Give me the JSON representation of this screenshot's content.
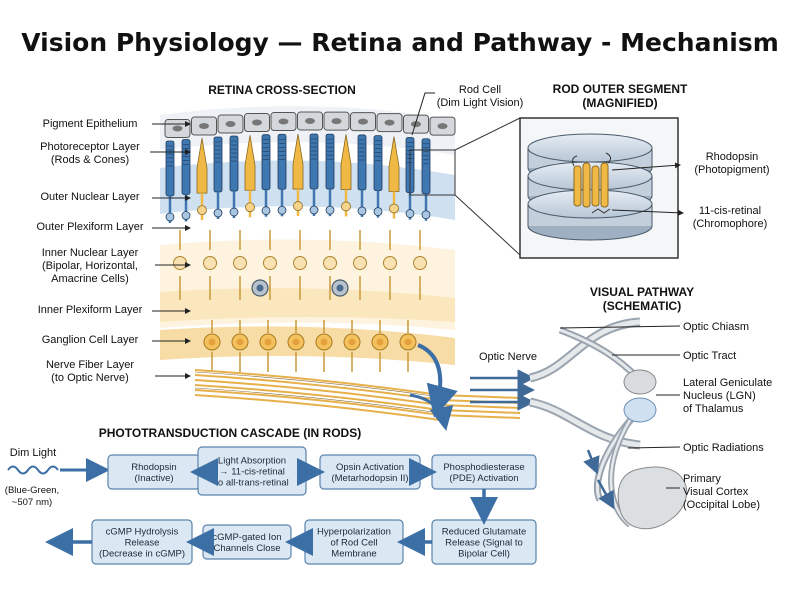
{
  "title": "Vision Physiology — Retina and Pathway - Mechanism",
  "retina": {
    "heading": "RETINA CROSS-SECTION",
    "rod_callout": [
      "Rod Cell",
      "(Dim Light Vision)"
    ],
    "layers": [
      [
        "Pigment Epithelium"
      ],
      [
        "Photoreceptor Layer",
        "(Rods & Cones)"
      ],
      [
        "Outer Nuclear Layer"
      ],
      [
        "Outer Plexiform Layer"
      ],
      [
        "Inner Nuclear Layer",
        "(Bipolar, Horizontal,",
        "Amacrine Cells)"
      ],
      [
        "Inner Plexiform Layer"
      ],
      [
        "Ganglion Cell Layer"
      ],
      [
        "Nerve Fiber Layer",
        "(to Optic Nerve)"
      ]
    ]
  },
  "outer_segment": {
    "heading": [
      "ROD OUTER SEGMENT",
      "(MAGNIFIED)"
    ],
    "labels": [
      [
        "Rhodopsin",
        "(Photopigment)"
      ],
      [
        "11-cis-retinal",
        "(Chromophore)"
      ]
    ]
  },
  "pathway": {
    "heading": [
      "VISUAL PATHWAY",
      "(SCHEMATIC)"
    ],
    "optic_nerve": "Optic Nerve",
    "labels": [
      [
        "Optic Chiasm"
      ],
      [
        "Optic Tract"
      ],
      [
        "Lateral Geniculate",
        "Nucleus (LGN)",
        "of Thalamus"
      ],
      [
        "Optic Radiations"
      ],
      [
        "Primary",
        "Visual Cortex",
        "(Occipital Lobe)"
      ]
    ]
  },
  "cascade": {
    "heading": "PHOTOTRANSDUCTION CASCADE (IN RODS)",
    "input": {
      "label": "Dim Light",
      "note": [
        "(Blue-Green,",
        "~507 nm)"
      ]
    },
    "row1": [
      [
        "Rhodopsin",
        "(Inactive)"
      ],
      [
        "Light Absorption",
        "→ 11-cis-retinal",
        "to all-trans-retinal"
      ],
      [
        "Opsin Activation",
        "(Metarhodopsin II)"
      ],
      [
        "Phosphodiesterase",
        "(PDE) Activation"
      ]
    ],
    "row2": [
      [
        "Reduced Glutamate",
        "Release (Signal to",
        "Bipolar Cell)"
      ],
      [
        "Hyperpolarization",
        "of Rod Cell",
        "Membrane"
      ],
      [
        "cGMP-gated Ion",
        "Channels Close"
      ],
      [
        "cGMP Hydrolysis",
        "Release",
        "(Decrease in cGMP)"
      ]
    ]
  },
  "colors": {
    "rod": "#3f77b0",
    "cone": "#f0b845",
    "box_fill": "#dbe8f3",
    "box_stroke": "#5b84ad",
    "arrow": "#3c6fa6",
    "cell_band": "#fbe7bd",
    "blue_band": "#cfe0f0"
  }
}
